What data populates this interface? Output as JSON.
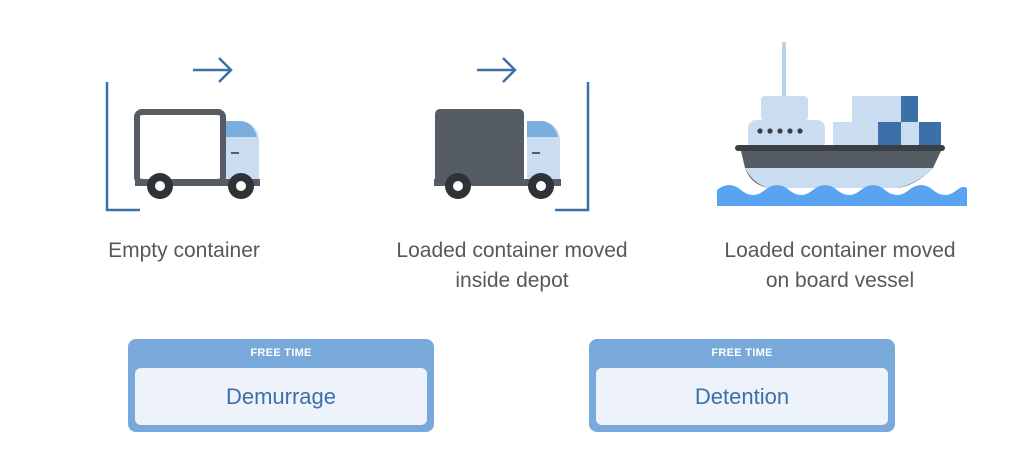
{
  "stages": [
    {
      "label_line1": "Empty container",
      "label_line2": "",
      "icon": "empty-truck-icon"
    },
    {
      "label_line1": "Loaded container moved",
      "label_line2": "inside depot",
      "icon": "loaded-truck-icon"
    },
    {
      "label_line1": "Loaded container moved",
      "label_line2": "on board vessel",
      "icon": "cargo-ship-icon"
    }
  ],
  "free_time_boxes": [
    {
      "caption": "FREE TIME",
      "label": "Demurrage"
    },
    {
      "caption": "FREE TIME",
      "label": "Detention"
    }
  ],
  "colors": {
    "accent_blue": "#3d6fa8",
    "light_blue": "#79a9db",
    "pale_blue": "#eef3fb",
    "truck_dark": "#565c64",
    "cab_blue": "#7aaedf",
    "cab_light": "#c9dcf0",
    "water_blue": "#5aa3f3",
    "text_gray": "#55585d"
  }
}
